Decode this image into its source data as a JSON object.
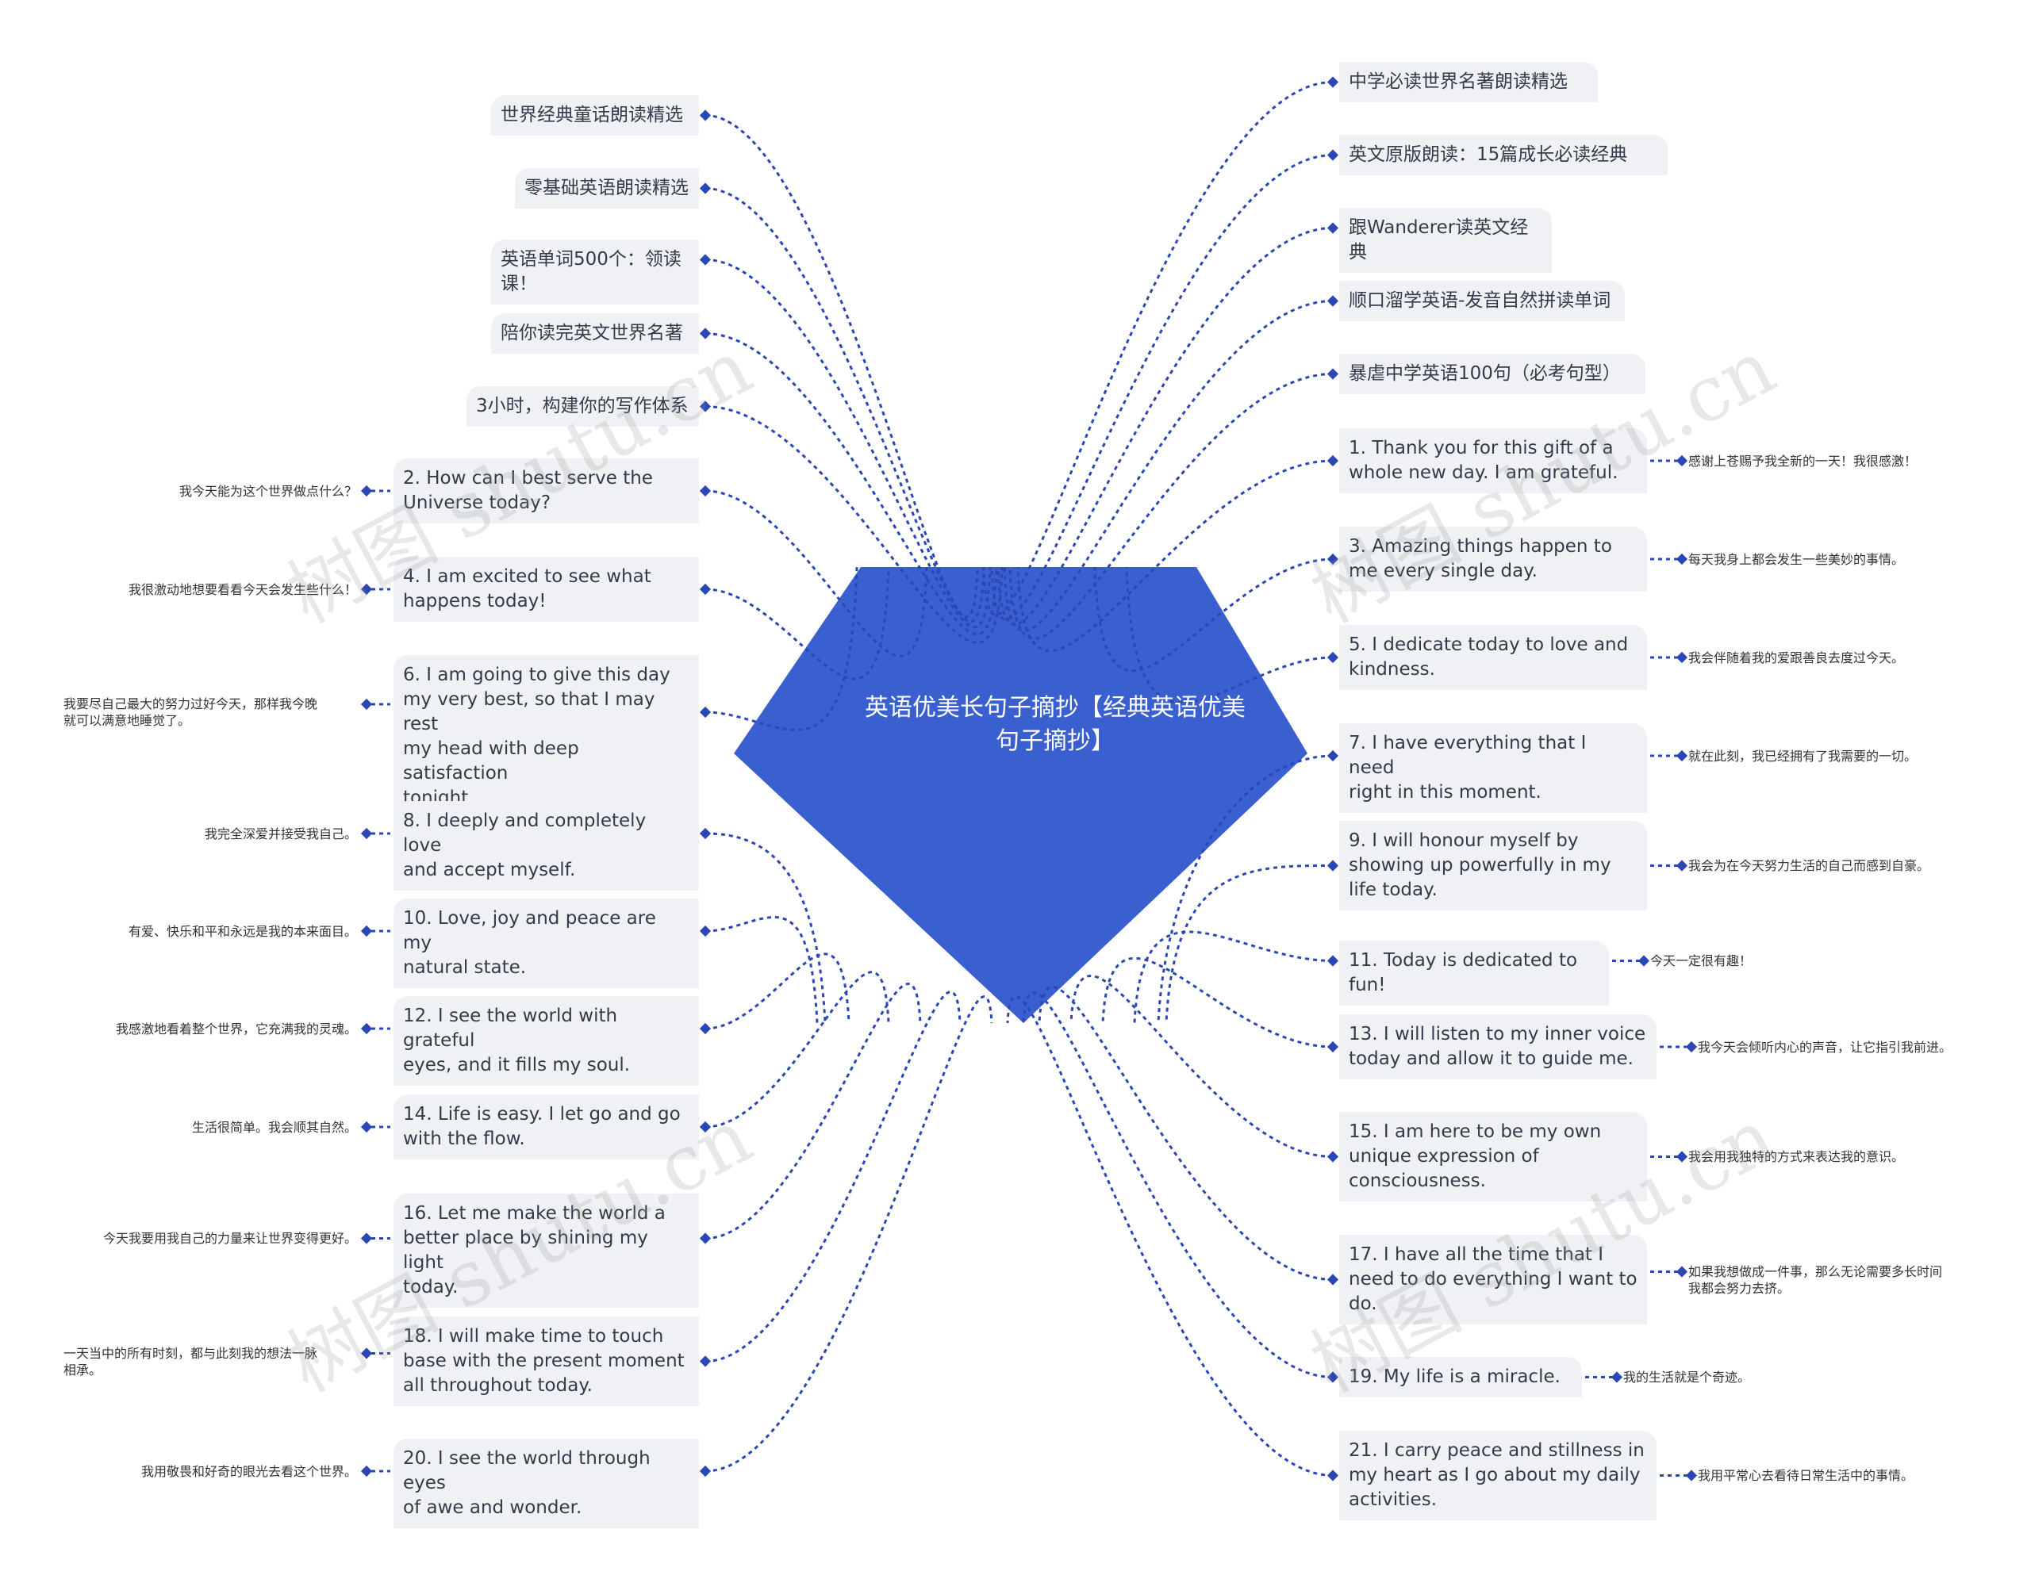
{
  "center": {
    "title": "英语优美长句子摘抄【经典英语优美句子摘抄】"
  },
  "watermark": "树图 shutu.cn",
  "colors": {
    "center": "#3a5fcf",
    "connector": "#2b47b5",
    "node_bg": "#eff1f4",
    "text": "#333b4a"
  },
  "left_nodes": [
    {
      "lines": [
        "世界经典童话朗读精选"
      ]
    },
    {
      "lines": [
        "零基础英语朗读精选"
      ]
    },
    {
      "lines": [
        "英语单词500个：领读课！"
      ]
    },
    {
      "lines": [
        "陪你读完英文世界名著"
      ]
    },
    {
      "lines": [
        "3小时，构建你的写作体系"
      ]
    },
    {
      "lines": [
        "2. How can I best serve the",
        "Universe today?"
      ],
      "trans": [
        "我今天能为这个世界做点什么？"
      ]
    },
    {
      "lines": [
        "4. I am excited to see what",
        "happens today!"
      ],
      "trans": [
        "我很激动地想要看看今天会发生些什么！"
      ]
    },
    {
      "lines": [
        "6. I am going to give this day",
        "my very best, so that I may rest",
        "my head with deep satisfaction",
        "tonight."
      ],
      "trans": [
        "我要尽自己最大的努力过好今天，那样我今晚",
        "就可以满意地睡觉了。"
      ]
    },
    {
      "lines": [
        "8. I deeply and completely love",
        "and accept myself."
      ],
      "trans": [
        "我完全深爱并接受我自己。"
      ]
    },
    {
      "lines": [
        "10. Love, joy and peace are my",
        "natural state."
      ],
      "trans": [
        "有爱、快乐和平和永远是我的本来面目。"
      ]
    },
    {
      "lines": [
        "12. I see the world with grateful",
        "eyes, and it fills my soul."
      ],
      "trans": [
        "我感激地看着整个世界，它充满我的灵魂。"
      ]
    },
    {
      "lines": [
        "14. Life is easy. I let go and go",
        "with the flow."
      ],
      "trans": [
        "生活很简单。我会顺其自然。"
      ]
    },
    {
      "lines": [
        "16. Let me make the world a",
        "better place by shining my light",
        "today."
      ],
      "trans": [
        "今天我要用我自己的力量来让世界变得更好。"
      ]
    },
    {
      "lines": [
        "18. I will make time to touch",
        "base with the present moment",
        "all throughout today."
      ],
      "trans": [
        "一天当中的所有时刻，都与此刻我的想法一脉",
        "相承。"
      ]
    },
    {
      "lines": [
        "20. I see the world through eyes",
        " of awe and wonder."
      ],
      "trans": [
        "我用敬畏和好奇的眼光去看这个世界。"
      ]
    }
  ],
  "right_nodes": [
    {
      "lines": [
        "中学必读世界名著朗读精选"
      ]
    },
    {
      "lines": [
        "英文原版朗读：15篇成长必读经典"
      ]
    },
    {
      "lines": [
        "跟Wanderer读英文经典"
      ]
    },
    {
      "lines": [
        "顺口溜学英语-发音自然拼读单词"
      ]
    },
    {
      "lines": [
        "暴虐中学英语100句（必考句型）"
      ]
    },
    {
      "lines": [
        "1. Thank you for this gift of a",
        "whole new day. I am grateful."
      ],
      "trans": [
        "感谢上苍赐予我全新的一天！我很感激！"
      ]
    },
    {
      "lines": [
        "3. Amazing things happen to",
        "me every single day."
      ],
      "trans": [
        "每天我身上都会发生一些美妙的事情。"
      ]
    },
    {
      "lines": [
        "5. I dedicate today to love and",
        "kindness."
      ],
      "trans": [
        "我会伴随着我的爱跟善良去度过今天。"
      ]
    },
    {
      "lines": [
        "7. I have everything that I need",
        "right in this moment."
      ],
      "trans": [
        "就在此刻，我已经拥有了我需要的一切。"
      ]
    },
    {
      "lines": [
        "9. I will honour myself by",
        "showing up powerfully in my",
        "life today."
      ],
      "trans": [
        "我会为在今天努力生活的自己而感到自豪。"
      ]
    },
    {
      "lines": [
        "11. Today is dedicated to fun!"
      ],
      "trans": [
        "今天一定很有趣！"
      ]
    },
    {
      "lines": [
        "13. I will listen to my inner voice",
        " today and allow it to guide me."
      ],
      "trans": [
        "我今天会倾听内心的声音，让它指引我前进。"
      ]
    },
    {
      "lines": [
        "15. I am here to be my own",
        "unique expression of",
        "consciousness."
      ],
      "trans": [
        "我会用我独特的方式来表达我的意识。"
      ]
    },
    {
      "lines": [
        "17. I have all the time that I",
        "need to do everything I want to",
        "do."
      ],
      "trans": [
        "如果我想做成一件事，那么无论需要多长时间",
        "我都会努力去挤。"
      ]
    },
    {
      "lines": [
        "19. My life is a miracle."
      ],
      "trans": [
        "我的生活就是个奇迹。"
      ]
    },
    {
      "lines": [
        "21. I carry peace and stillness in",
        "my heart as I go about my daily",
        "activities."
      ],
      "trans": [
        "我用平常心去看待日常生活中的事情。"
      ]
    }
  ]
}
